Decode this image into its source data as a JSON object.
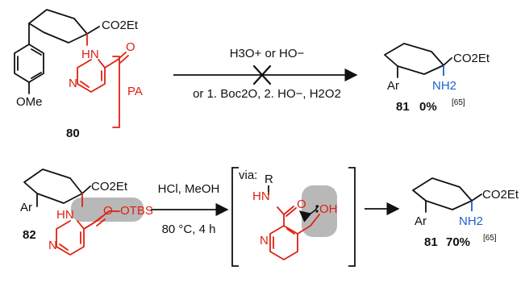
{
  "colors": {
    "bond": "#111111",
    "highlight_red": "#e02010",
    "highlight_blue": "#1f5fd0",
    "shade": "#b8b8b8"
  },
  "reaction1": {
    "sm_number": "80",
    "sm_labels": {
      "ester": "CO2Et",
      "nh": "HN",
      "carbonyl_o": "O",
      "pyridine_n": "N",
      "methoxy": "OMe",
      "pa": "PA"
    },
    "conditions_top": "H3O+ or HO−",
    "conditions_bottom": "or 1. Boc2O, 2. HO−, H2O2",
    "product_number": "81",
    "product_yield": "0%",
    "product_ref": "[65]",
    "product_labels": {
      "ester": "CO2Et",
      "aryl": "Ar",
      "amine": "NH2"
    }
  },
  "reaction2": {
    "sm_number": "82",
    "sm_labels": {
      "ester": "CO2Et",
      "aryl": "Ar",
      "nh": "HN",
      "carbonyl_o": "O",
      "pyridine_n": "N",
      "otbs": "OTBS"
    },
    "conditions_top": "HCl, MeOH",
    "conditions_bottom": "80 °C, 4 h",
    "intermediate_label": "via:",
    "intermediate_labels": {
      "r": "R",
      "nh": "HN",
      "carbonyl_o": "O",
      "oh": "OH",
      "pyridine_n": "N"
    },
    "product_number": "81",
    "product_yield": "70%",
    "product_ref": "[65]",
    "product_labels": {
      "ester": "CO2Et",
      "aryl": "Ar",
      "amine": "NH2"
    }
  }
}
